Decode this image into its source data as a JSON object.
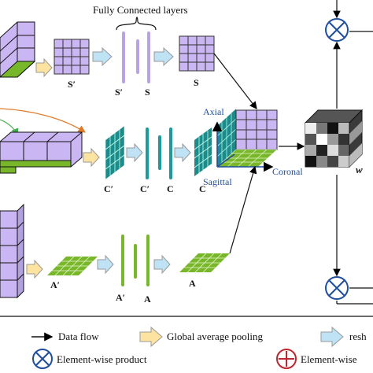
{
  "title": "Fully Connected layers",
  "labels": {
    "s_prime_1": "S′",
    "s_prime_2": "S′",
    "s_1": "S",
    "s_2": "S",
    "c_prime_1": "C′",
    "c_prime_2": "C′",
    "c_1": "C",
    "c_2": "C",
    "a_prime_1": "A′",
    "a_prime_2": "A′",
    "a_1": "A",
    "a_2": "A",
    "axial": "Axial",
    "coronal": "Coronal",
    "sagittal": "Sagittal",
    "w": "w"
  },
  "legend": {
    "data_flow": "Data flow",
    "gap": "Global average pooling",
    "reshape": "resh",
    "product": "Element-wise product",
    "sum": "Element-wise"
  },
  "colors": {
    "purple": "#c9b6f2",
    "teal": "#1b8c8c",
    "green": "#79b72a",
    "arrow_fill": "#fde3a0",
    "arrow_blue": "#bfe3f5",
    "node_blue": "#1f4e9c",
    "node_red": "#c0252b"
  }
}
